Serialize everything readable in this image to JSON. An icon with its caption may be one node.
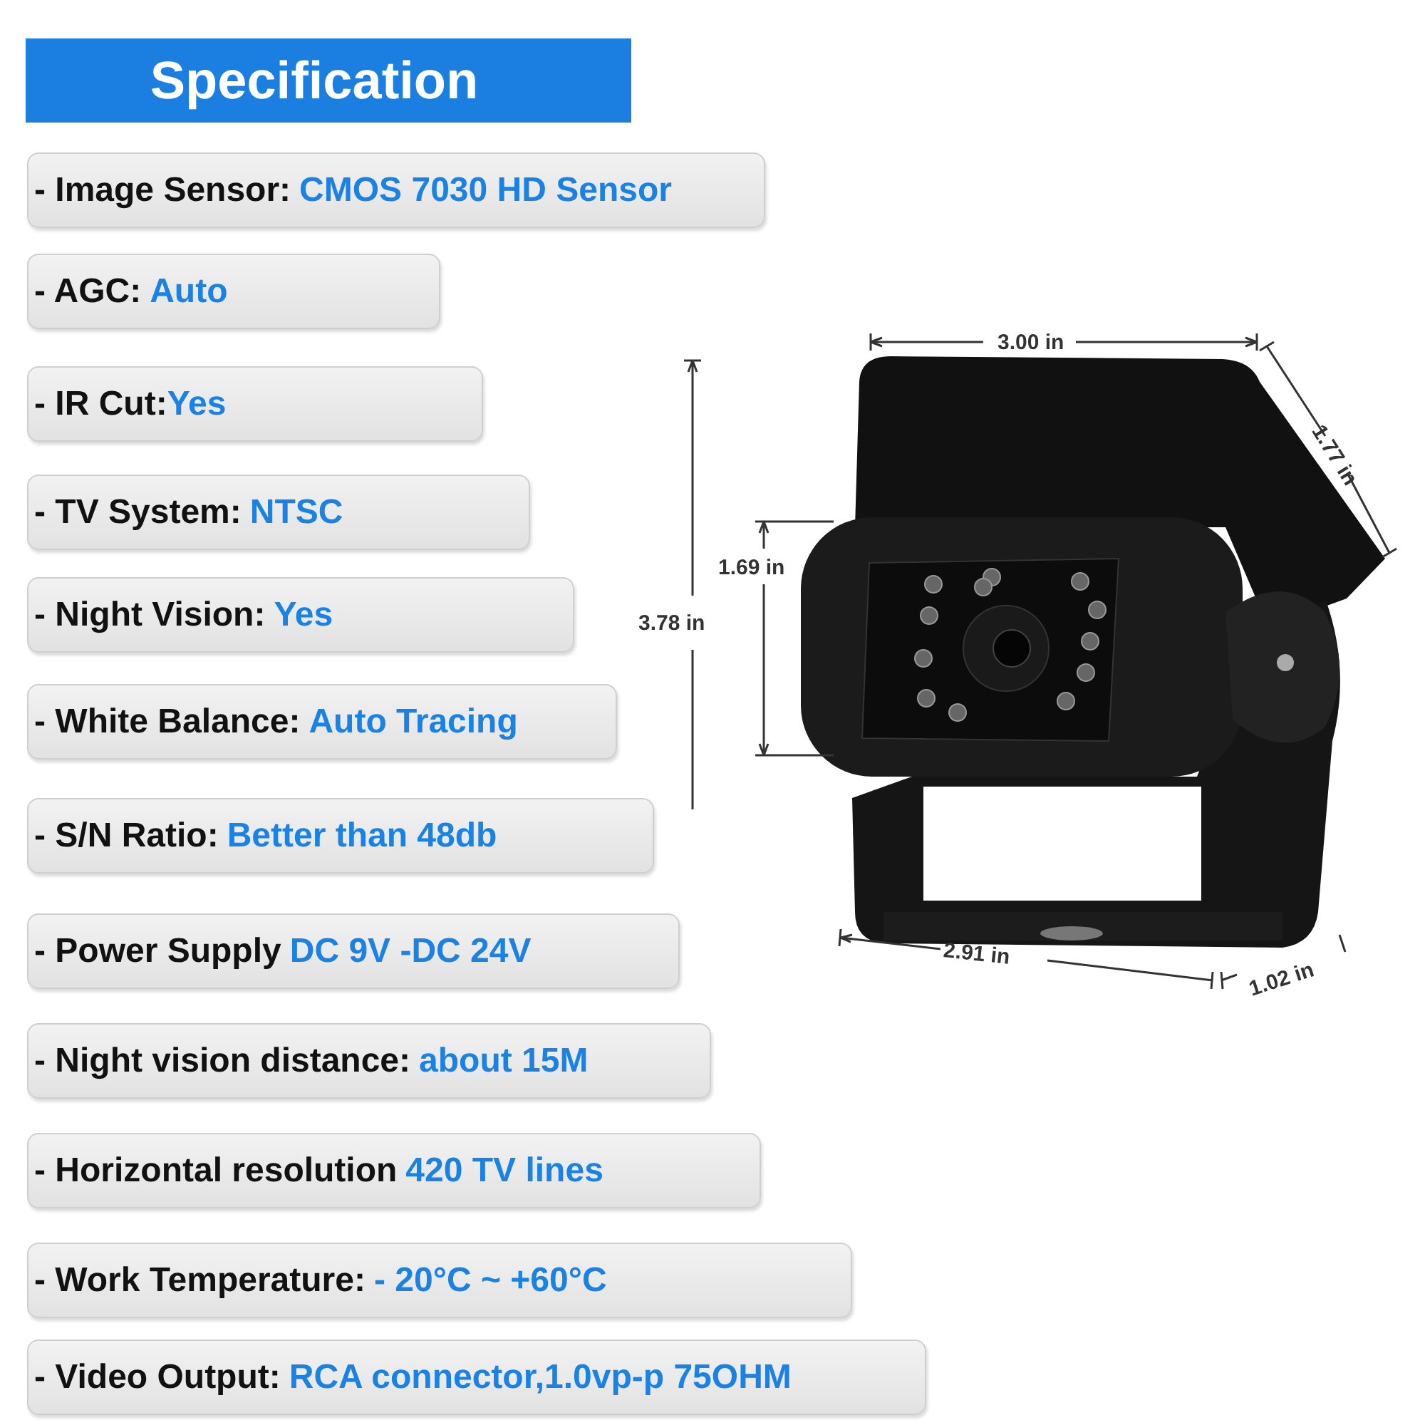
{
  "diagram": {
    "title": "Specification",
    "nodes": [
      {
        "text": [
          "- Image Sensor:",
          "CMOS 7030 HD Sensor"
        ]
      },
      {
        "text": [
          "- AGC:",
          "Auto"
        ]
      },
      {
        "text": [
          "- IR Cut:",
          "Yes"
        ]
      },
      {
        "text": [
          "- TV System:",
          "NTSC"
        ]
      },
      {
        "text": [
          "- Night Vision:",
          "Yes"
        ]
      },
      {
        "text": [
          "- White Balance:",
          "Auto Tracing"
        ]
      },
      {
        "text": [
          "- S/N Ratio:",
          "Better than 48db"
        ]
      },
      {
        "text": [
          "- Power Supply",
          "DC 9V -DC 24V"
        ]
      },
      {
        "text": [
          "- Night vision distance:",
          "about 15M"
        ]
      },
      {
        "text": [
          "- Horizontal resolution",
          "420 TV lines"
        ]
      },
      {
        "text": [
          "- Work Temperature:",
          "- 20°C ~ +60°C"
        ]
      },
      {
        "text": [
          "- Video Output:",
          "RCA connector,1.0vp-p 75OHM"
        ]
      }
    ],
    "edges": [],
    "labels": [
      "3.00 in",
      "1.77 in",
      "1.69 in",
      "3.78 in",
      "2.91 in",
      "1.02 in"
    ]
  }
}
